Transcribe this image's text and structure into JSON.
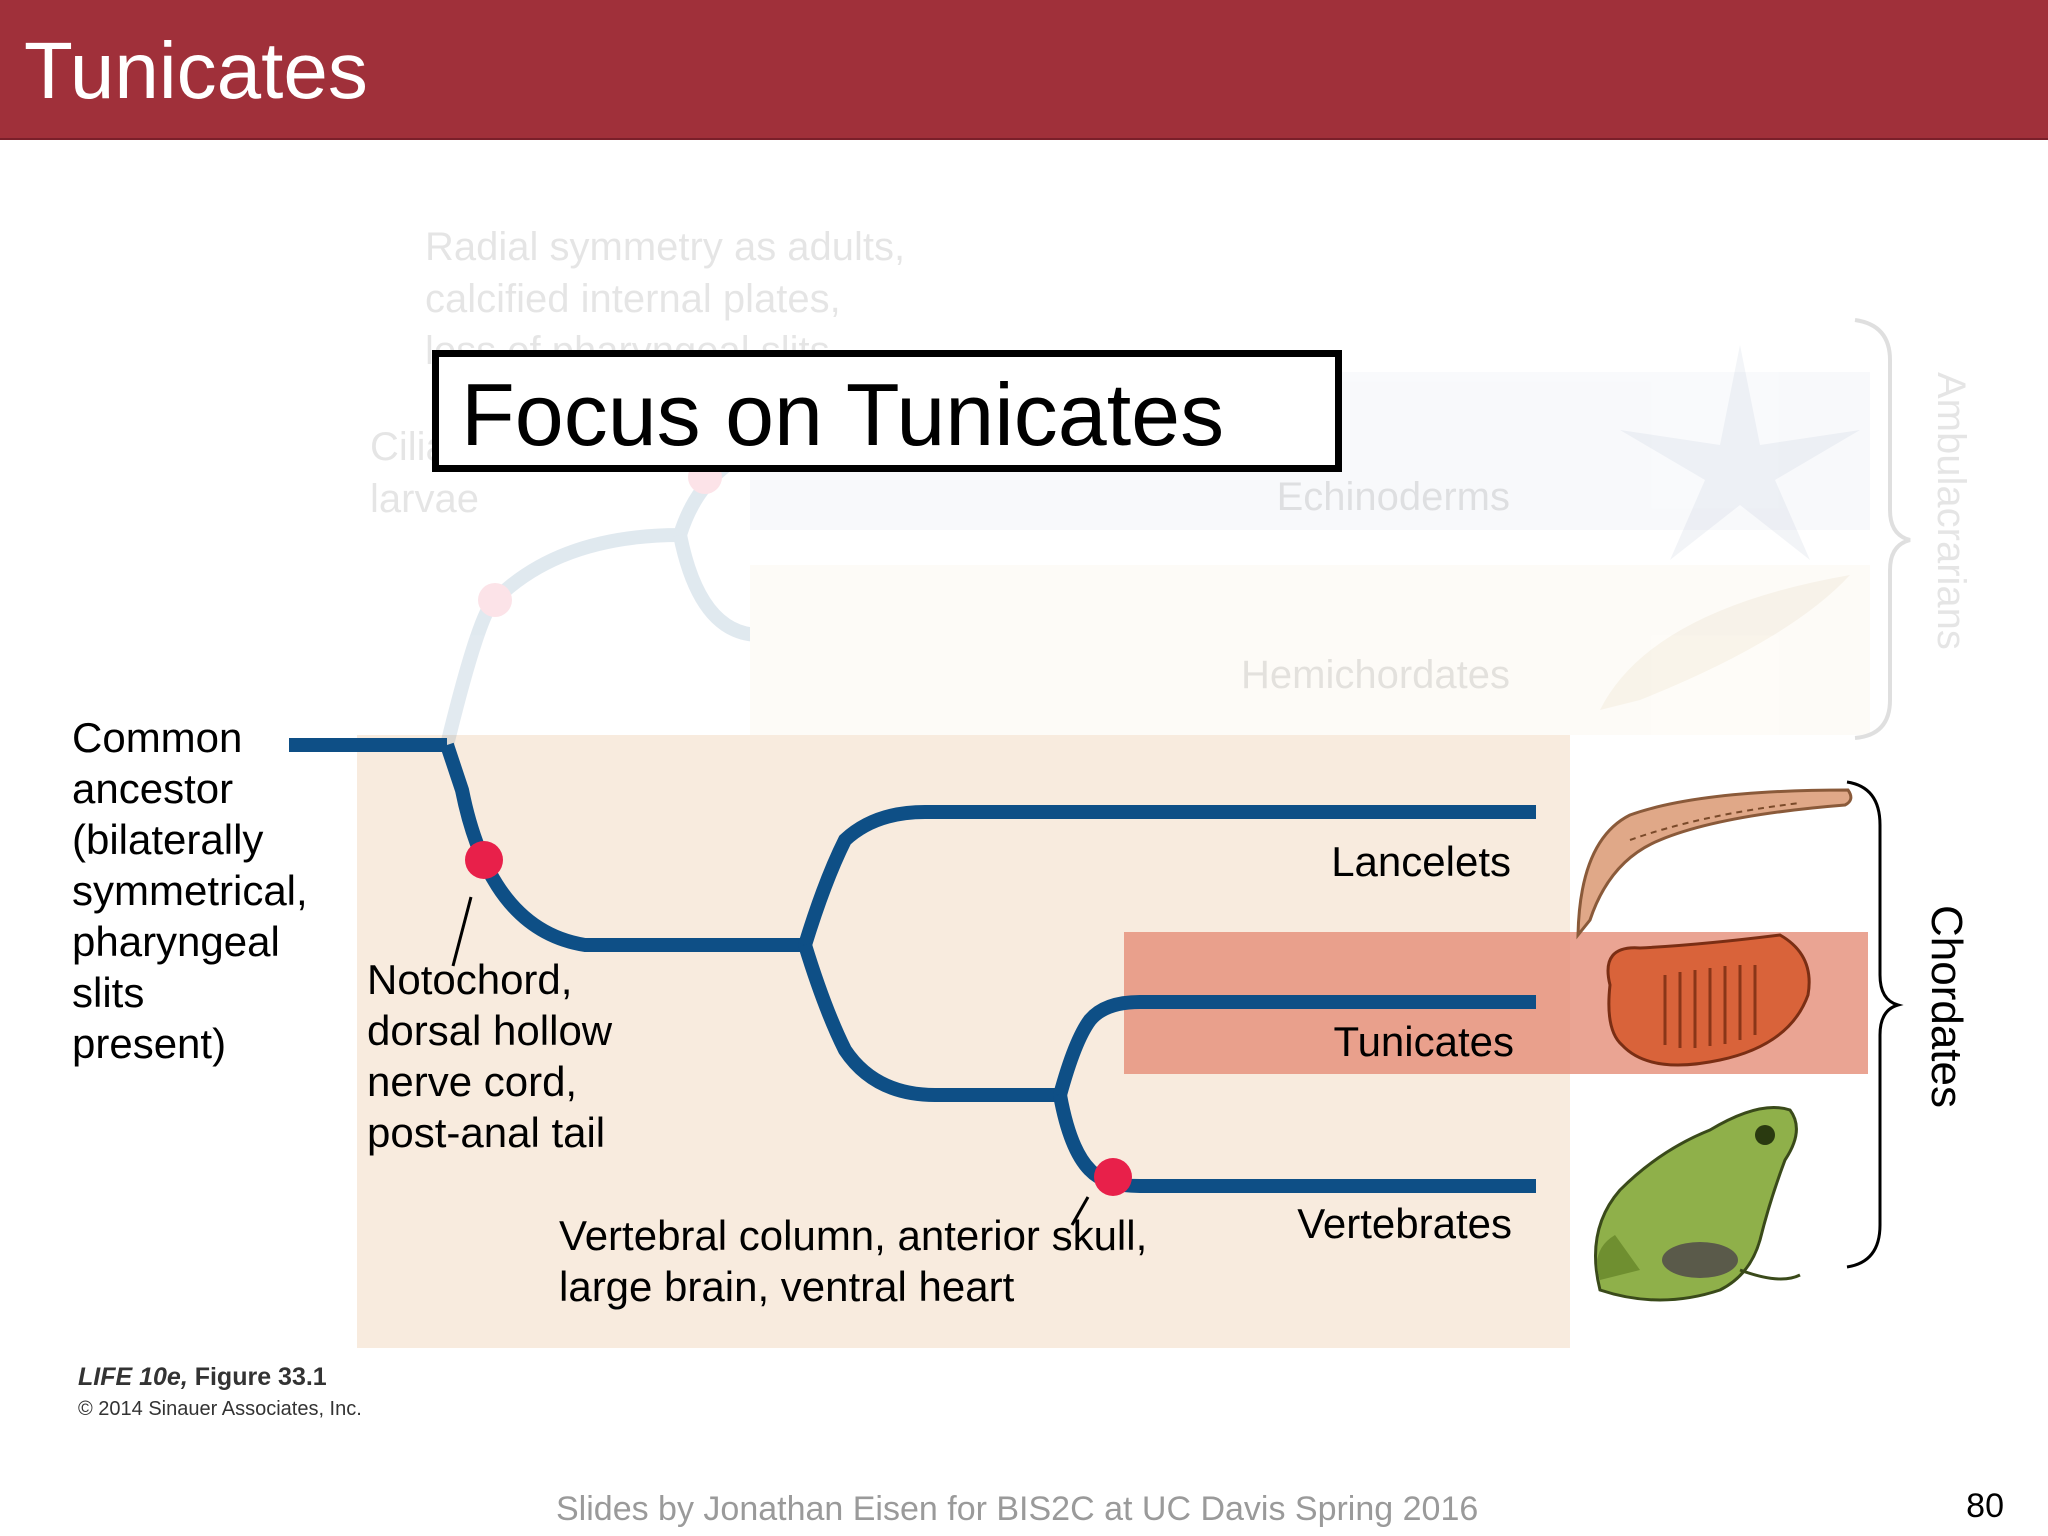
{
  "slide": {
    "title": "Tunicates",
    "focus_banner": "Focus on Tunicates",
    "footer": "Slides by Jonathan Eisen for BIS2C at UC Davis Spring 2016",
    "page_number": "80"
  },
  "figure": {
    "credit_book": "LIFE 10e,",
    "credit_figure": " Figure 33.1",
    "copyright": "© 2014 Sinauer Associates, Inc."
  },
  "tree": {
    "root_label": [
      "Common",
      "ancestor",
      "(bilaterally",
      "symmetrical,",
      "pharyngeal",
      "slits",
      "present)"
    ],
    "faded_traits_top": [
      "Radial symmetry as adults,",
      "calcified internal plates,",
      "loss of pharyngeal slits"
    ],
    "faded_traits_cilia": [
      "Ciliated",
      "larvae"
    ],
    "faded_taxa": [
      "Echinoderms",
      "Hemichordates"
    ],
    "faded_clade": "Ambulacrarians",
    "notochord_trait": [
      "Notochord,",
      "dorsal hollow",
      "nerve cord,",
      "post-anal tail"
    ],
    "vertebrate_trait": [
      "Vertebral column, anterior skull,",
      "large brain, ventral heart"
    ],
    "taxa": [
      "Lancelets",
      "Tunicates",
      "Vertebrates"
    ],
    "clade": "Chordates",
    "highlighted_taxon": "Tunicates"
  },
  "colors": {
    "title_bar": "#a0303a",
    "branch": "#0e4f86",
    "synapomorphy_dot": "#e8204a",
    "panel": "#f8ebde",
    "highlight": "#e48a74"
  },
  "icons": [
    "starfish-icon",
    "acorn-worm-icon",
    "lancelet-icon",
    "tunicate-icon",
    "frog-icon"
  ]
}
